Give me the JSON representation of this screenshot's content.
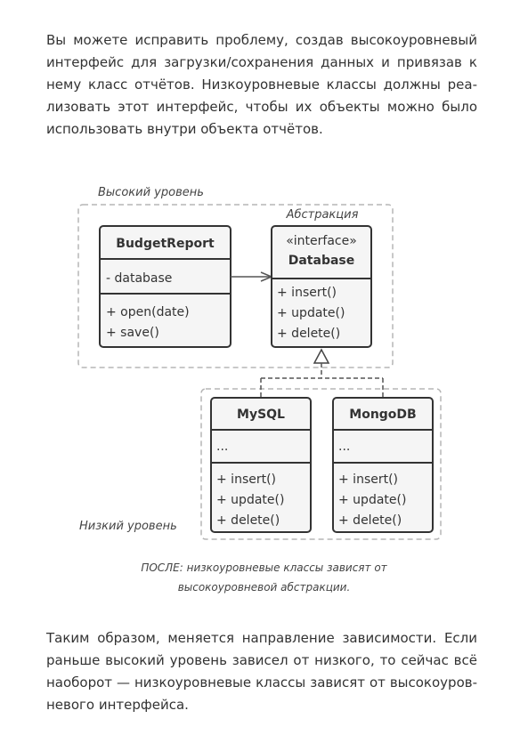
{
  "paragraph_top": [
    "Вы можете исправить проблему, создав высокоуровневый",
    "интерфейс для загрузки/сохранения данных и привязав к",
    "нему класс отчётов. Низкоуровневые классы должны реа-",
    "лизовать этот интерфейс, чтобы их объекты можно было",
    "использовать внутри объекта отчётов."
  ],
  "diagram": {
    "high_level_label": "Высокий уровень",
    "low_level_label": "Низкий уровень",
    "abstraction_label": "Абстракция",
    "budget_report": {
      "name": "BudgetReport",
      "fields": [
        "- database"
      ],
      "methods": [
        "+ open(date)",
        "+ save()"
      ]
    },
    "database": {
      "stereotype": "«interface»",
      "name": "Database",
      "methods": [
        "+ insert()",
        "+ update()",
        "+ delete()"
      ]
    },
    "mysql": {
      "name": "MySQL",
      "fields": [
        "..."
      ],
      "methods": [
        "+ insert()",
        "+ update()",
        "+ delete()"
      ]
    },
    "mongodb": {
      "name": "MongoDB",
      "fields": [
        "..."
      ],
      "methods": [
        "+ insert()",
        "+ update()",
        "+ delete()"
      ]
    }
  },
  "caption": [
    "ПОСЛЕ: низкоуровневые классы зависят от",
    "высокоуровневой абстракции."
  ],
  "paragraph_bottom": [
    "Таким образом, меняется направление зависимости. Если",
    "раньше высокий уровень зависел от низкого, то сейчас всё",
    "наоборот — низкоуровневые классы зависят от высокоуров-",
    "невого интерфейса."
  ]
}
